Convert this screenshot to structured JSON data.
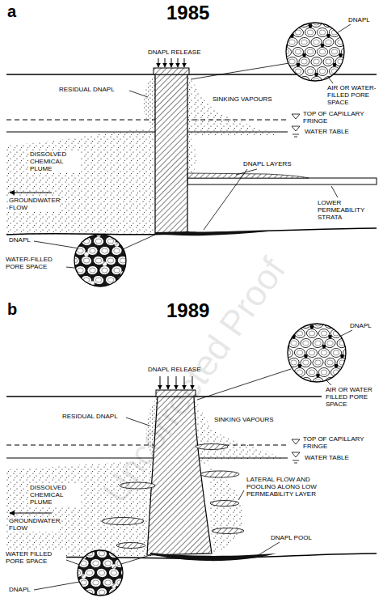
{
  "diagram": {
    "labels": [
      "a",
      "1985",
      "DNAPL RELEASE",
      "DNAPL",
      "AIR OR WATER-FILLED PORE SPACE",
      "RESIDUAL DNAPL",
      "SINKING VAPOURS",
      "TOP OF CAPILLARY FRINGE",
      "WATER TABLE",
      "DISSOLVED CHEMICAL PLUME",
      "DNAPL LAYERS",
      "GROUNDWATER FLOW",
      "LOWER PERMEABILITY STRATA",
      "DNAPL",
      "WATER-FILLED PORE SPACE",
      "b",
      "1989",
      "DNAPL RELEASE",
      "DNAPL",
      "AIR OR WATER FILLED PORE SPACE",
      "RESIDUAL DNAPL",
      "SINKING VAPOURS",
      "TOP OF CAPILLARY FRINGE",
      "WATER TABLE",
      "DISSOLVED CHEMICAL PLUME",
      "LATERAL FLOW AND POOLING ALONG LOW PERMEABILITY LAYER",
      "GROUNDWATER FLOW",
      "DNAPL POOL",
      "WATER FILLED PORE SPACE",
      "DNAPL",
      "Uncorrected Proof"
    ]
  }
}
